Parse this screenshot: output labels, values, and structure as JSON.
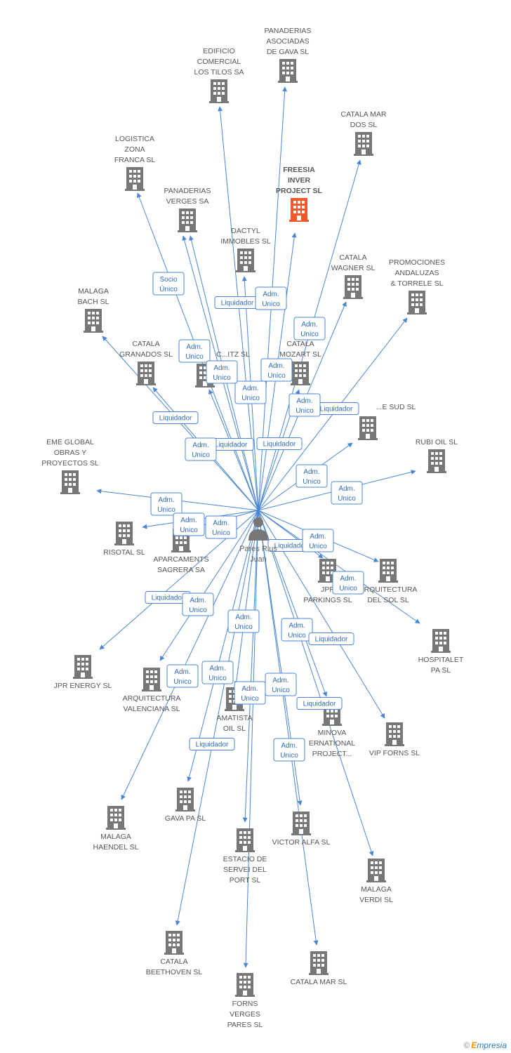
{
  "diagram": {
    "center": {
      "name": "Pares Rius\nJuan",
      "icon": "person-icon"
    },
    "colors": {
      "edge": "#4a86d4",
      "building": "#777777",
      "focus": "#f05a2a",
      "role_text": "#2f6dbb"
    },
    "companies": [
      {
        "id": "panaderias-asociadas",
        "name": "PANADERIAS\nASOCIADAS\nDE GAVA  SL"
      },
      {
        "id": "edificio-comercial",
        "name": "EDIFICIO\nCOMERCIAL\nLOS TILOS SA"
      },
      {
        "id": "catala-mar-dos",
        "name": "CATALA MAR\nDOS SL"
      },
      {
        "id": "logistica-zona-franca",
        "name": "LOGISTICA\nZONA\nFRANCA SL"
      },
      {
        "id": "freesia-inver",
        "name": "FREESIA\nINVER\nPROJECT SL",
        "focus": true
      },
      {
        "id": "panaderias-verges",
        "name": "PANADERIAS\nVERGES SA"
      },
      {
        "id": "dactyl-immobles",
        "name": "DACTYL\nIMMOBLES SL"
      },
      {
        "id": "catala-wagner",
        "name": "CATALA\nWAGNER SL"
      },
      {
        "id": "promociones-andaluzas",
        "name": "PROMOCIONES\nANDALUZAS\n& TORRELE SL"
      },
      {
        "id": "malaga-bach",
        "name": "MALAGA\nBACH SL"
      },
      {
        "id": "catala-granados",
        "name": "CATALA\nGRANADOS SL"
      },
      {
        "id": "catala-ritz",
        "name": "C...ITZ SL"
      },
      {
        "id": "catala-mozart",
        "name": "CATALA\nMOZART SL"
      },
      {
        "id": "catala-sud",
        "name": "...E SUD SL"
      },
      {
        "id": "rubi-oil",
        "name": "RUBI OIL SL"
      },
      {
        "id": "eme-global",
        "name": "EME GLOBAL\nOBRAS Y\nPROYECTOS SL"
      },
      {
        "id": "risotal",
        "name": "RISOTAL SL"
      },
      {
        "id": "aparcaments-sagrera",
        "name": "APARCAMENTS\nSAGRERA SA"
      },
      {
        "id": "jpr-parkings",
        "name": "JPR\nPARKINGS SL"
      },
      {
        "id": "arquitectura-del-sol",
        "name": "ARQUITECTURA\nDEL SOL SL"
      },
      {
        "id": "hospitalet-pa",
        "name": "HOSPITALET\nPA  SL"
      },
      {
        "id": "jpr-energy",
        "name": "JPR ENERGY SL"
      },
      {
        "id": "arquitectura-valenciana",
        "name": "ARQUITECTURA\nVALENCIANA SL"
      },
      {
        "id": "amatista-oil",
        "name": "AMATISTA\nOIL SL"
      },
      {
        "id": "minova-international",
        "name": "MINOVA\nERNATIONAL\nPROJECT..."
      },
      {
        "id": "vip-forns",
        "name": "VIP FORNS  SL"
      },
      {
        "id": "gava-pa",
        "name": "GAVA PA  SL"
      },
      {
        "id": "malaga-haendel",
        "name": "MALAGA\nHAENDEL SL"
      },
      {
        "id": "estacio-de-servei",
        "name": "ESTACIO DE\nSERVEI DEL\nPORT  SL"
      },
      {
        "id": "victor-alfa",
        "name": "VICTOR ALFA SL"
      },
      {
        "id": "malaga-verdi",
        "name": "MALAGA\nVERDI SL"
      },
      {
        "id": "catala-beethoven",
        "name": "CATALA\nBEETHOVEN SL"
      },
      {
        "id": "forns-verges-pares",
        "name": "FORNS\nVERGES\nPARES SL"
      },
      {
        "id": "catala-mar",
        "name": "CATALA MAR SL"
      }
    ],
    "roles": [
      {
        "label": "Socio\nÚnico"
      },
      {
        "label": "Liquidador"
      },
      {
        "label": "Adm.\nUnico"
      },
      {
        "label": "Liquidador"
      },
      {
        "label": "Adm.\nUnico"
      },
      {
        "label": "Adm.\nUnico"
      },
      {
        "label": "Adm.\nUnico"
      },
      {
        "label": "Adm.\nUnico"
      },
      {
        "label": "Adm.\nUnico"
      },
      {
        "label": "Liquidador"
      },
      {
        "label": "Adm.\nUnico"
      },
      {
        "label": "Liquidador"
      },
      {
        "label": "Liquidador"
      },
      {
        "label": "Adm.\nUnico"
      },
      {
        "label": "Adm.\nUnico"
      },
      {
        "label": "Adm.\nUnico"
      },
      {
        "label": "Adm.\nUnico"
      },
      {
        "label": "Adm.\nUnico"
      },
      {
        "label": "Adm.\nUnico"
      },
      {
        "label": "Liquidador"
      },
      {
        "label": "Adm.\nUnico"
      },
      {
        "label": "Adm.\nUnico"
      },
      {
        "label": "Liquidador"
      },
      {
        "label": "Adm.\nUnico"
      },
      {
        "label": "Adm.\nUnico"
      },
      {
        "label": "Adm.\nUnico"
      },
      {
        "label": "Liquidador"
      },
      {
        "label": "Adm.\nUnico"
      },
      {
        "label": "Adm.\nUnico"
      },
      {
        "label": "Adm.\nUnico"
      },
      {
        "label": "Liquidador"
      },
      {
        "label": "Adm.\nUnico"
      },
      {
        "label": "Liquidador"
      },
      {
        "label": "Adm.\nUnico"
      }
    ]
  },
  "watermark": {
    "copyright": "©",
    "brand_initial": "E",
    "brand_rest": "mpresia"
  }
}
